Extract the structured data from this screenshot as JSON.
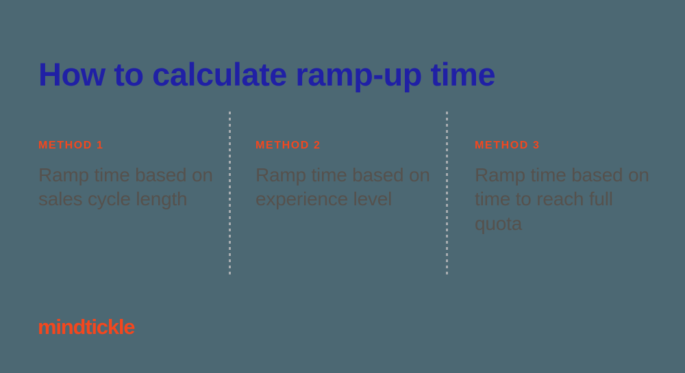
{
  "slide": {
    "background_color": "#4c6873",
    "title": "How to calculate ramp-up time",
    "title_color": "#2020a5",
    "accent_color": "#f4471e",
    "body_text_color": "#55514d",
    "divider_color": "#a9adb0"
  },
  "methods": [
    {
      "kicker": "METHOD 1",
      "description": "Ramp time based on sales cycle length"
    },
    {
      "kicker": "METHOD 2",
      "description": "Ramp time based on experience level"
    },
    {
      "kicker": "METHOD 3",
      "description": "Ramp time based on time to reach full quota"
    }
  ],
  "brand": {
    "name": "mindtickle"
  }
}
